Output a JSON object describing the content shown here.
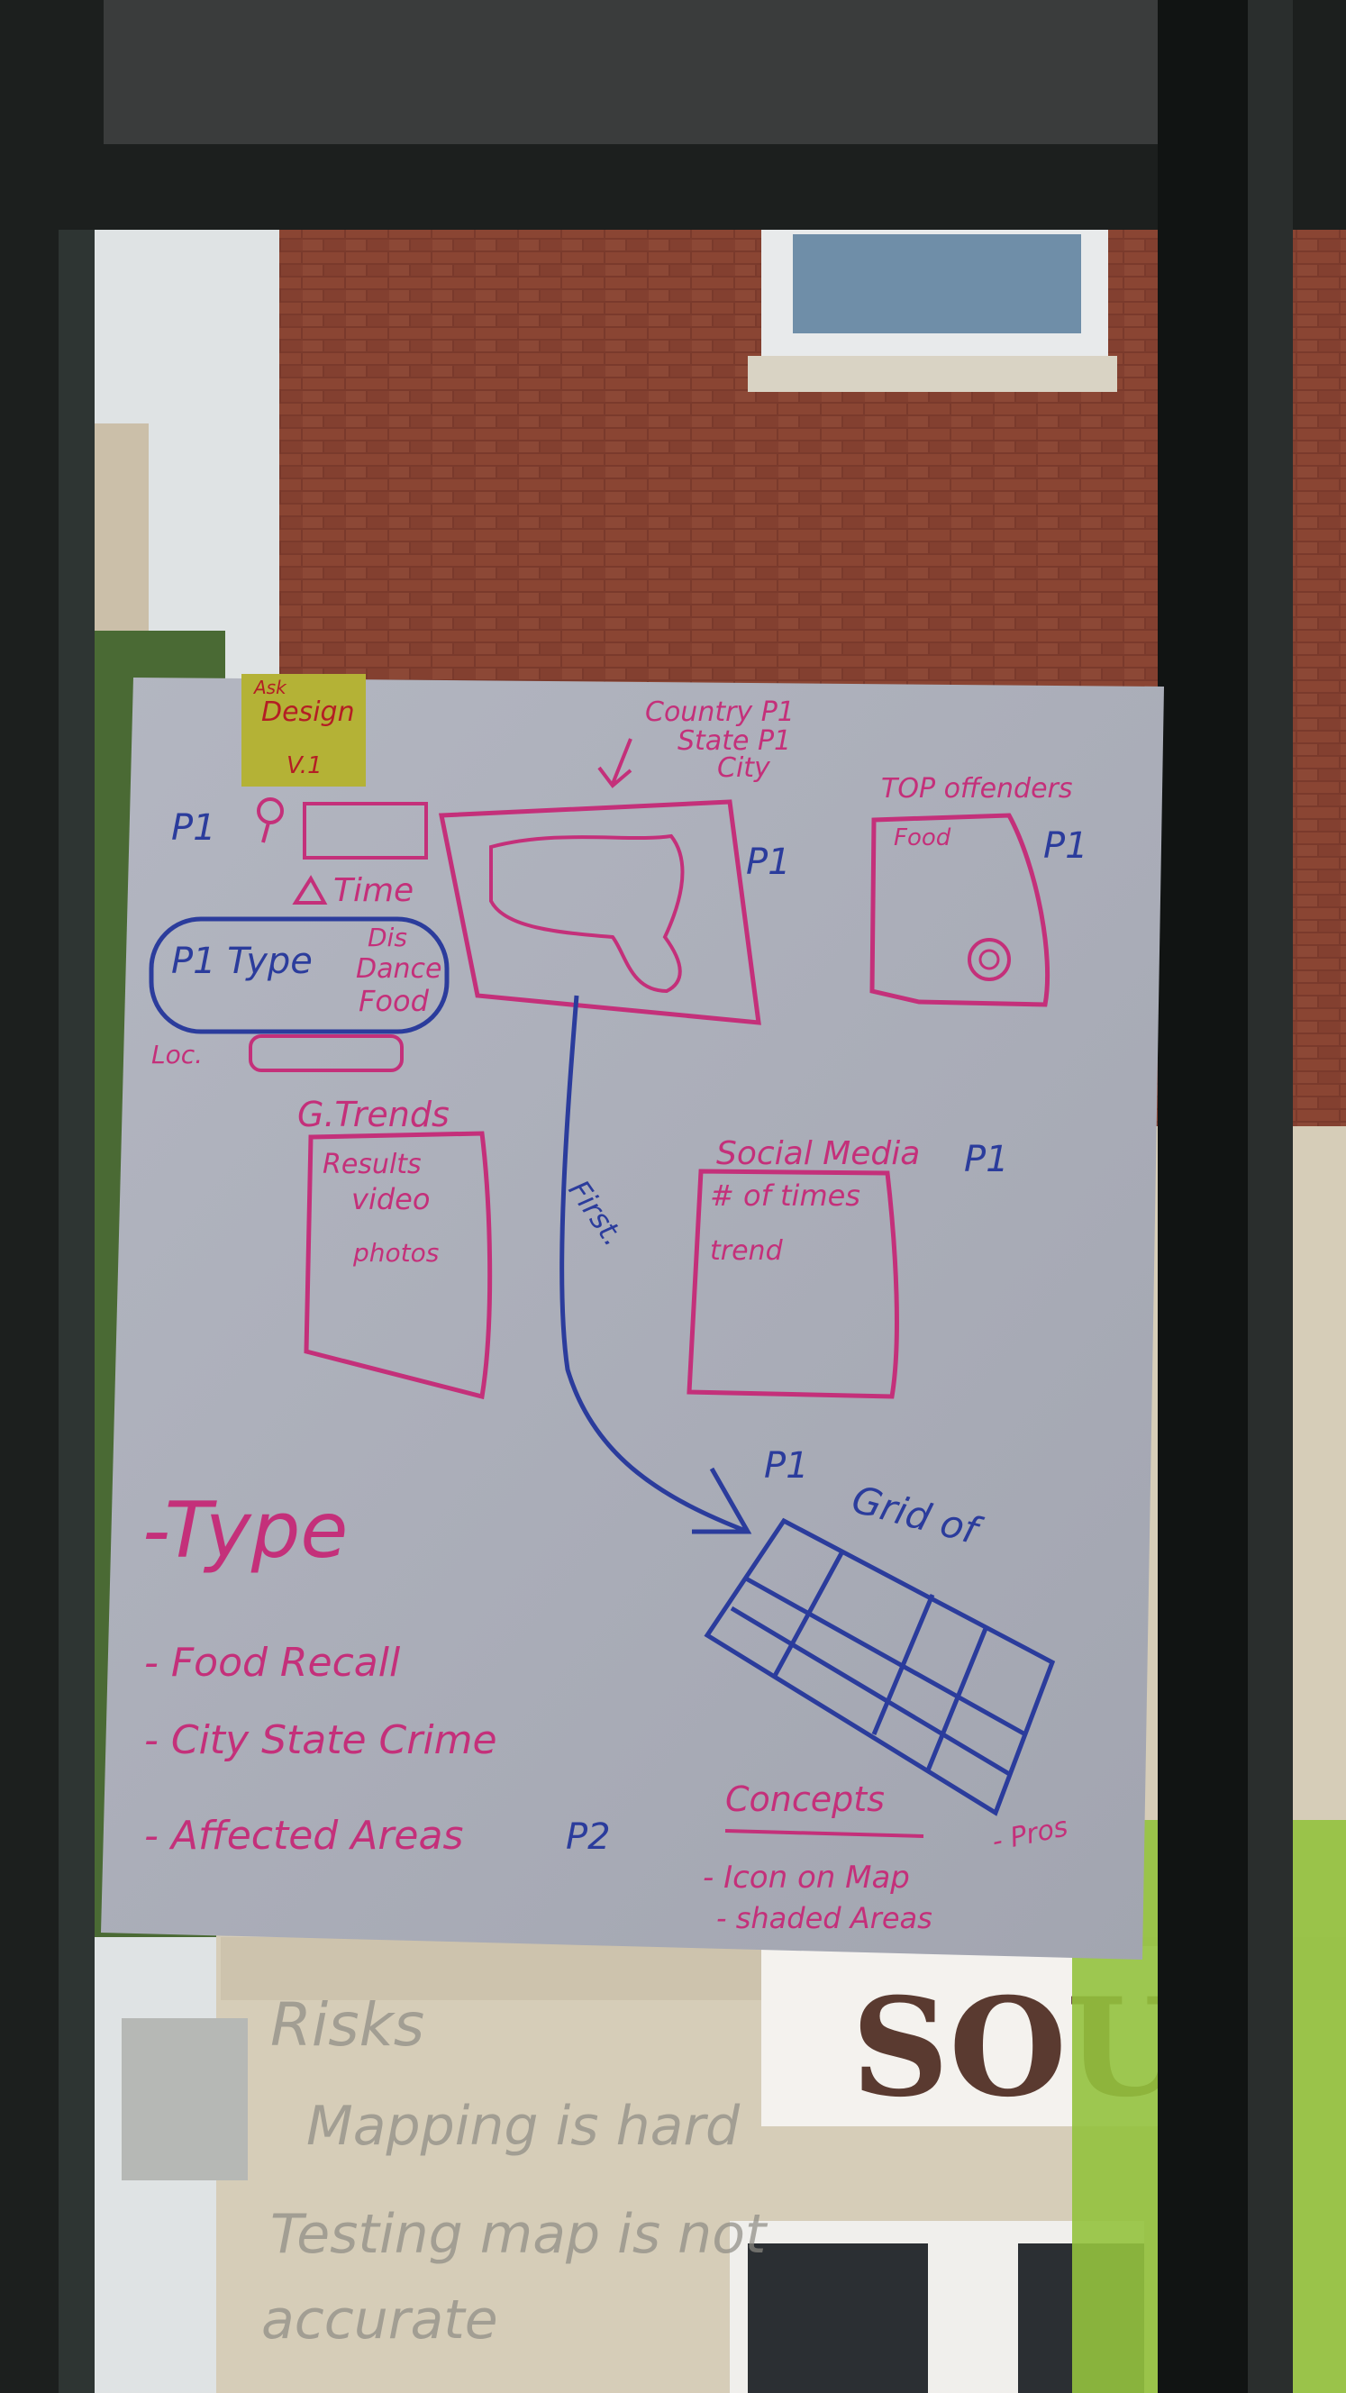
{
  "colors": {
    "marker_magenta": "#c4307a",
    "marker_blue": "#2b3c9c",
    "sticky_note": "#b4b236",
    "sticky_text": "#b41e24",
    "paper": "#a9acb7",
    "brick": "#7a3a2c",
    "stone": "#d6cdb8",
    "window_frame": "#1c1f1e"
  },
  "sticky_note": {
    "line1": "Ask",
    "line2": "Design",
    "line3": "V.1"
  },
  "sketch": {
    "p1_search": "P1",
    "time_label": "Time",
    "p1_type": "P1 Type",
    "type_options": [
      "Dis",
      "Dance",
      "Food"
    ],
    "loc_label": "Loc.",
    "map_scope": [
      "Country P1",
      "State P1",
      "City"
    ],
    "map_priority": "P1",
    "top_offenders_title": "TOP offenders",
    "top_offenders_item": "Food",
    "top_offenders_priority": "P1",
    "gtrends_title": "G.Trends",
    "gtrends_items": [
      "Results",
      "video",
      "photos"
    ],
    "social_title": "Social Media",
    "social_priority": "P1",
    "social_items": [
      "# of times",
      "trend"
    ],
    "arrow_label": "First.",
    "grid_priority": "P1",
    "grid_title": "Grid of",
    "type_heading": "-Type",
    "type_list": [
      "- Food Recall",
      "- City State Crime",
      "- Affected Areas"
    ],
    "type_list_priority": "P2",
    "concepts_title": "Concepts",
    "concepts_items": [
      "- Icon on Map",
      "- shaded Areas"
    ],
    "concepts_note": "- Pros"
  },
  "whiteboard": {
    "lines": [
      "Risks",
      "Mapping is hard",
      "Testing map is not",
      "accurate"
    ]
  },
  "building_sign": "SOU"
}
